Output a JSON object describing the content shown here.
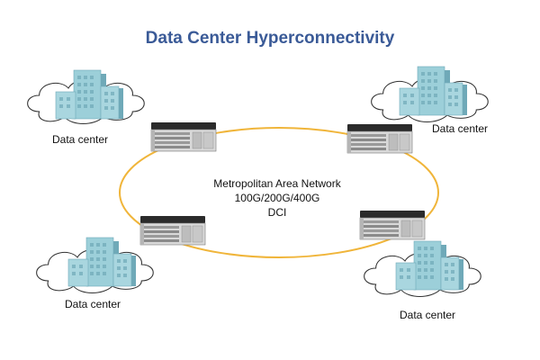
{
  "title": "Data Center Hyperconnectivity",
  "network": {
    "line1": "Metropolitan Area Network",
    "line2": "100G/200G/400G",
    "line3": "DCI"
  },
  "data_centers": [
    {
      "label": "Data center"
    },
    {
      "label": "Data center"
    },
    {
      "label": "Data center"
    },
    {
      "label": "Data center"
    }
  ],
  "colors": {
    "title": "#3a5a97",
    "ring": "#f0b53a",
    "building_face": "#9ccfd9",
    "building_side": "#6fa9b8",
    "cloud_fill": "#ffffff",
    "cloud_stroke": "#333333",
    "switch_body": "#d9d9d9",
    "switch_top": "#2b2b2b"
  },
  "icons": [
    "cloud-icon",
    "building-icon",
    "network-switch-icon"
  ]
}
